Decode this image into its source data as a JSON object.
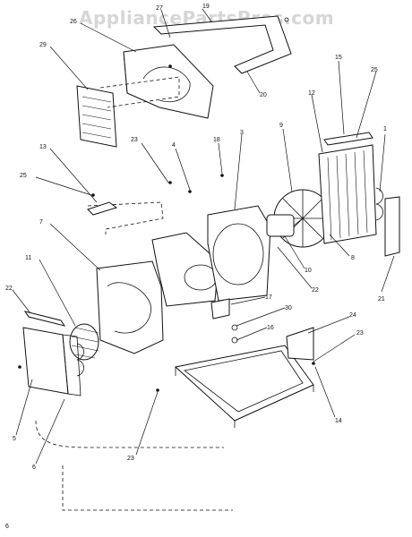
{
  "watermark": "AppliancePartsPros.com",
  "page_number": "6",
  "callouts": [
    {
      "id": "c19",
      "label": "19"
    },
    {
      "id": "c27",
      "label": "27"
    },
    {
      "id": "c26",
      "label": "26"
    },
    {
      "id": "c29",
      "label": "29"
    },
    {
      "id": "c20",
      "label": "20"
    },
    {
      "id": "c15",
      "label": "15"
    },
    {
      "id": "c25a",
      "label": "25"
    },
    {
      "id": "c12",
      "label": "12"
    },
    {
      "id": "c1",
      "label": "1"
    },
    {
      "id": "c13",
      "label": "13"
    },
    {
      "id": "c23a",
      "label": "23"
    },
    {
      "id": "c4",
      "label": "4"
    },
    {
      "id": "c18",
      "label": "18"
    },
    {
      "id": "c3",
      "label": "3"
    },
    {
      "id": "c9",
      "label": "9"
    },
    {
      "id": "c25b",
      "label": "25"
    },
    {
      "id": "c7",
      "label": "7"
    },
    {
      "id": "c8",
      "label": "8"
    },
    {
      "id": "c11",
      "label": "11"
    },
    {
      "id": "c10",
      "label": "10"
    },
    {
      "id": "c22a",
      "label": "22"
    },
    {
      "id": "c21",
      "label": "21"
    },
    {
      "id": "c17",
      "label": "17"
    },
    {
      "id": "c22b",
      "label": "22"
    },
    {
      "id": "c30",
      "label": "30"
    },
    {
      "id": "c24",
      "label": "24"
    },
    {
      "id": "c16",
      "label": "16"
    },
    {
      "id": "c23b",
      "label": "23"
    },
    {
      "id": "c5",
      "label": "5"
    },
    {
      "id": "c6",
      "label": "6"
    },
    {
      "id": "c14",
      "label": "14"
    },
    {
      "id": "c23c",
      "label": "23"
    }
  ]
}
